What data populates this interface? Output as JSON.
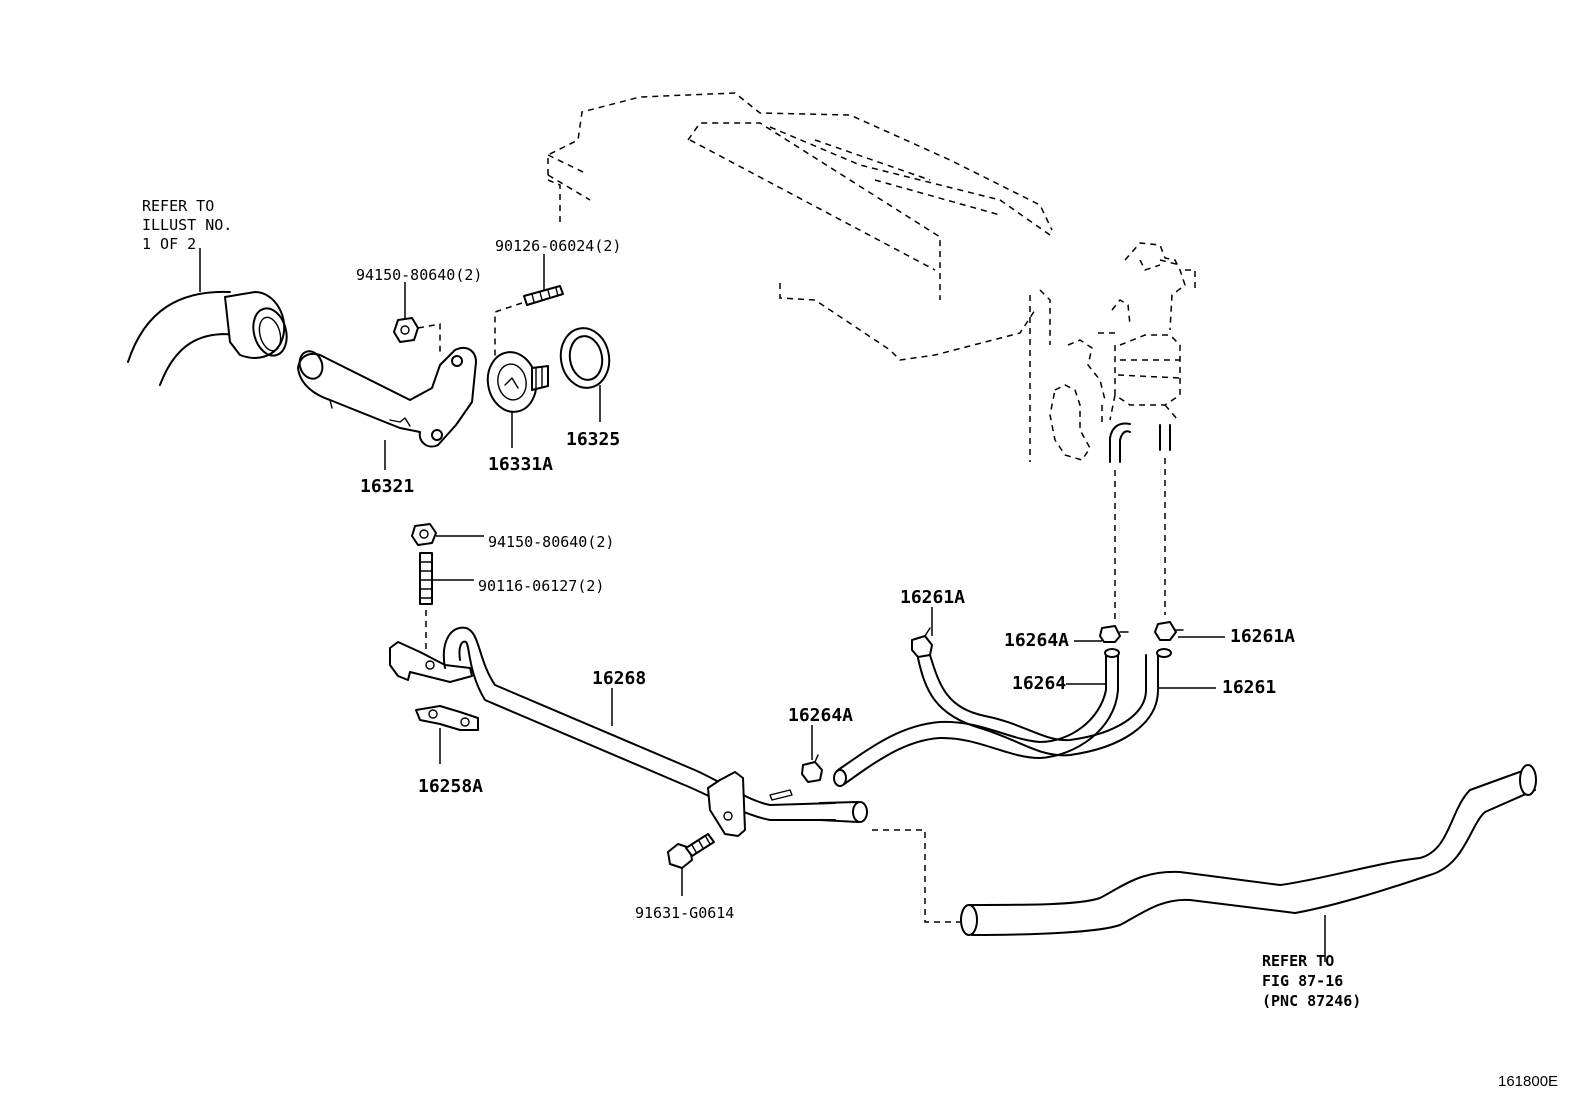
{
  "callouts": {
    "refer_illust": [
      "REFER TO",
      "ILLUST NO.",
      "1 OF 2"
    ],
    "p90126": "90126-06024(2)",
    "p94150_top": "94150-80640(2)",
    "p16321": "16321",
    "p16331A": "16331A",
    "p16325": "16325",
    "p94150_mid": "94150-80640(2)",
    "p90116": "90116-06127(2)",
    "p16268": "16268",
    "p16258A": "16258A",
    "p16264A_lower": "16264A",
    "p91631": "91631-G0614",
    "p16261A_left": "16261A",
    "p16264A_right": "16264A",
    "p16261A_right": "16261A",
    "p16264": "16264",
    "p16261": "16261",
    "refer_fig": [
      "REFER  TO",
      "FIG 87-16",
      "(PNC 87246)"
    ]
  },
  "figure_code": "161800E"
}
